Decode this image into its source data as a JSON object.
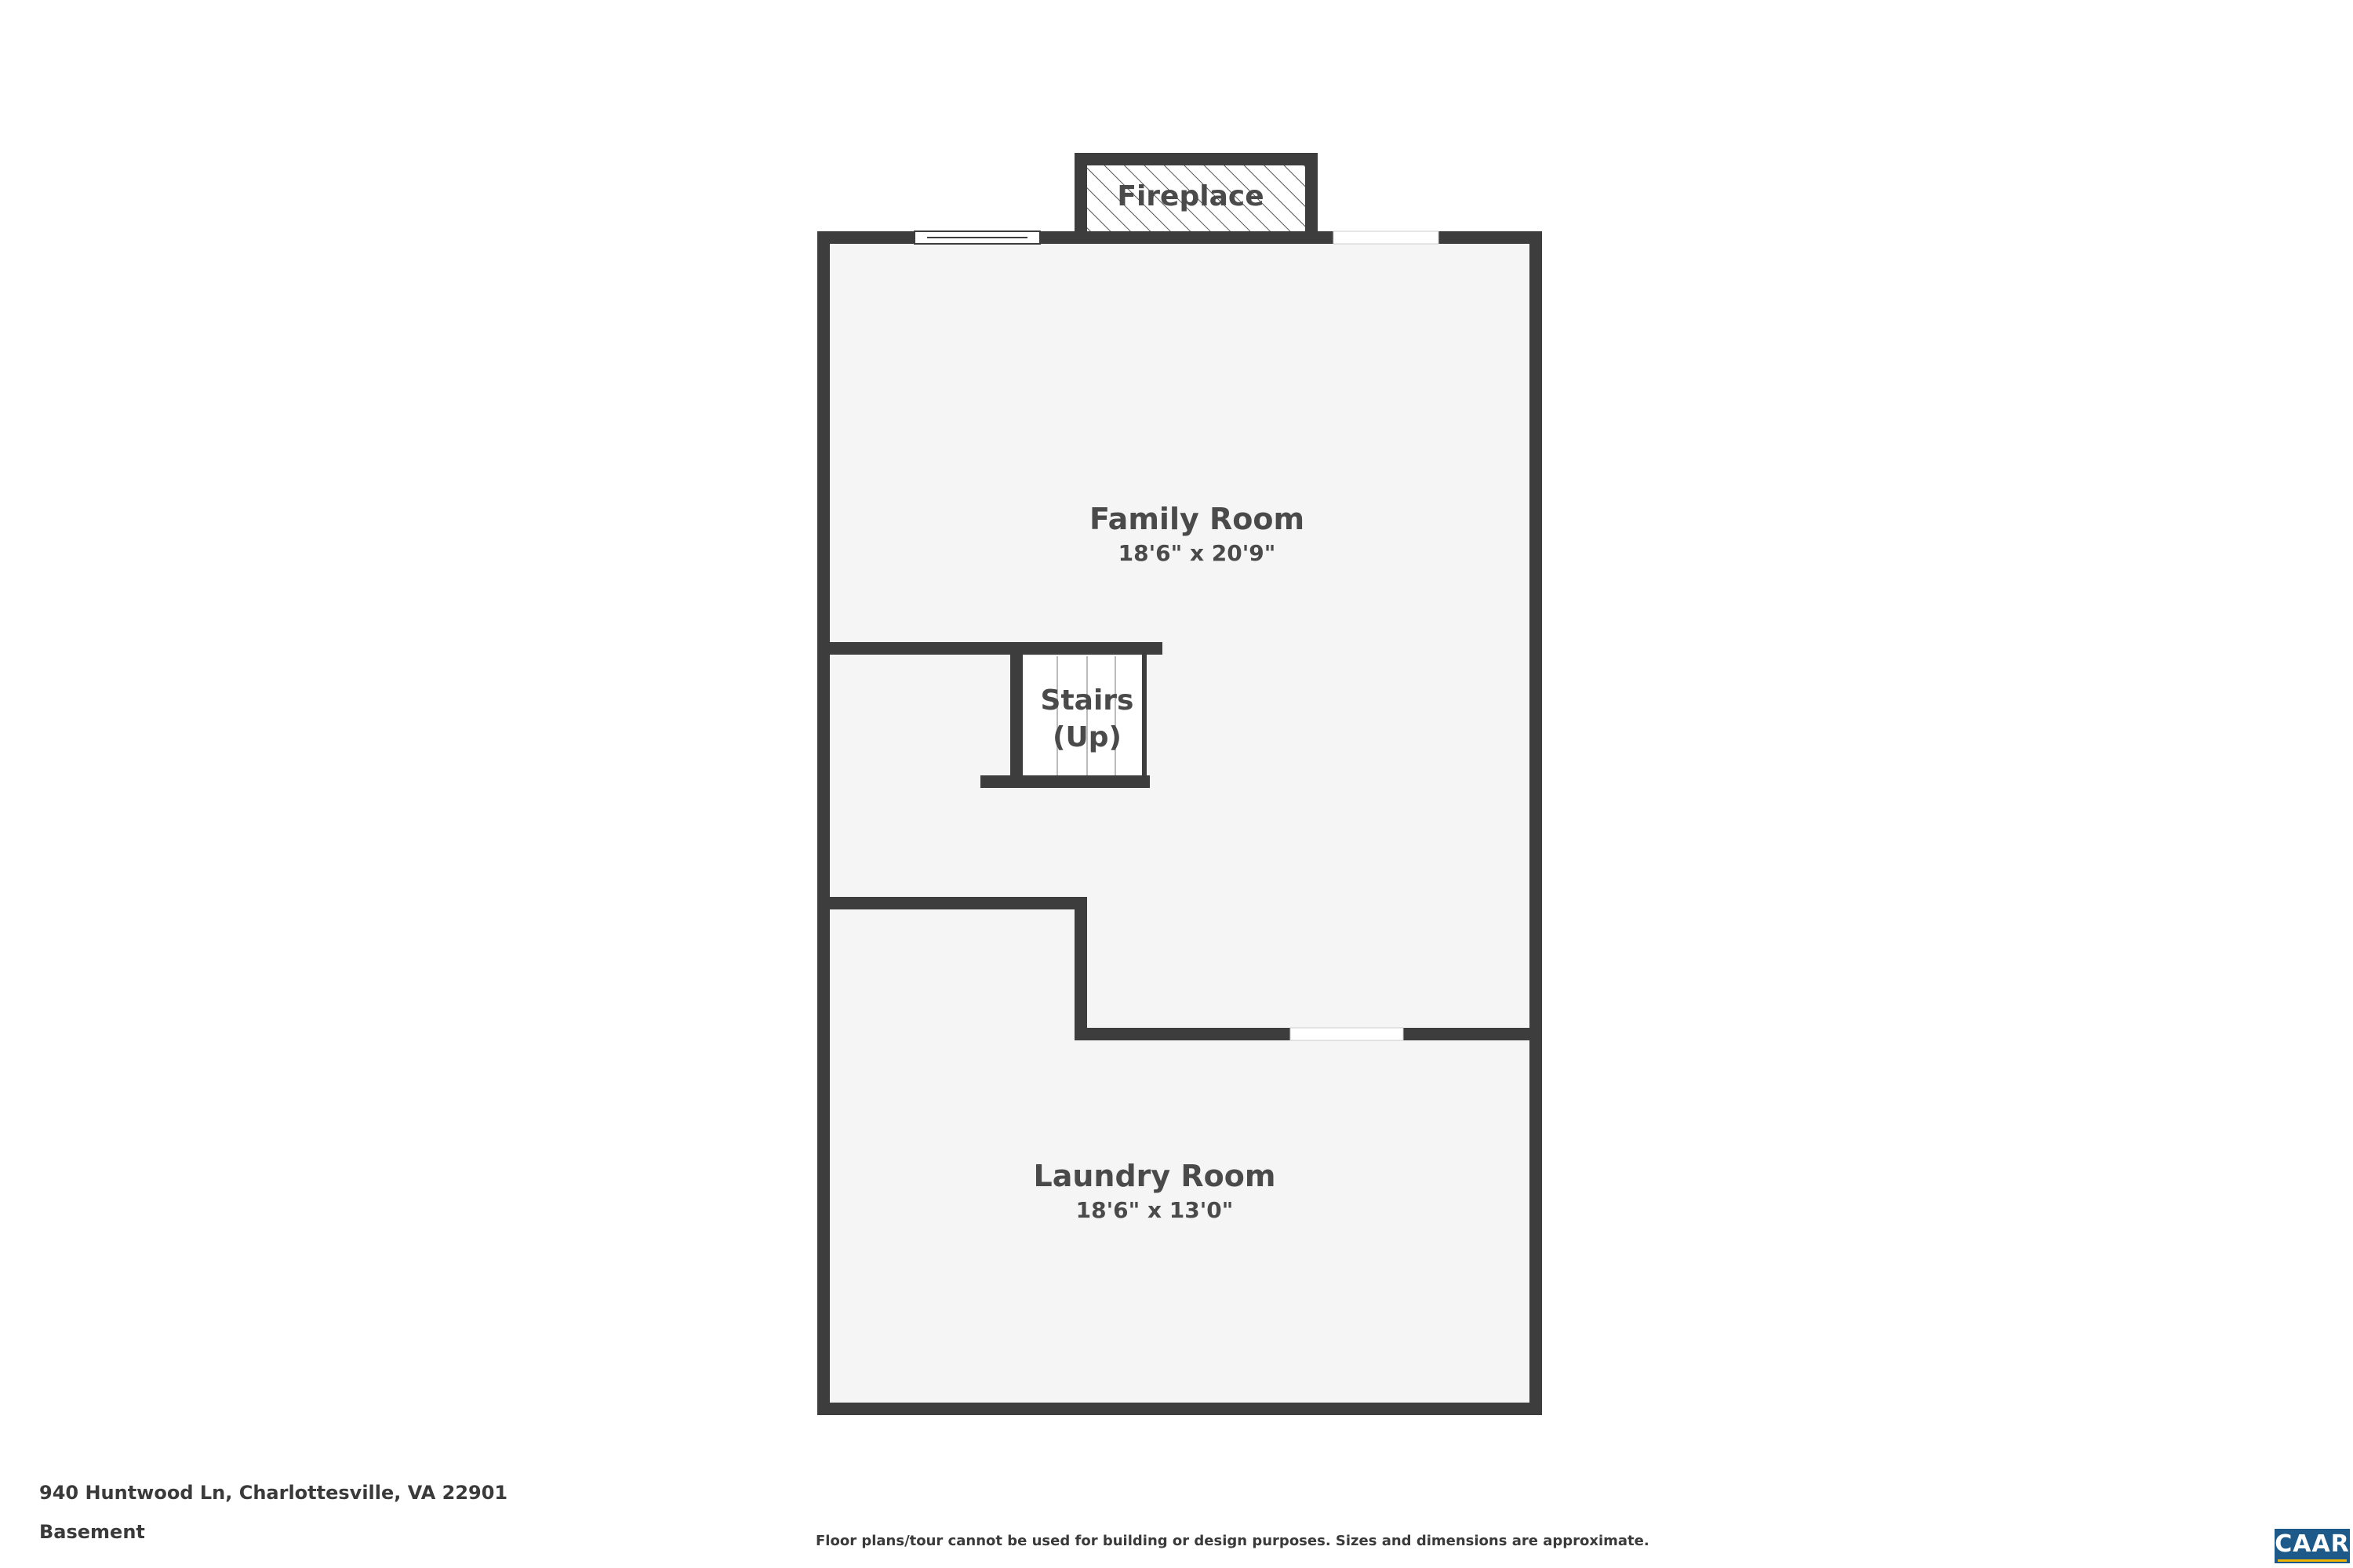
{
  "plan": {
    "rooms": {
      "family_room": {
        "name": "Family Room",
        "dims": "18'6\" x 20'9\""
      },
      "laundry_room": {
        "name": "Laundry Room",
        "dims": "18'6\" x 13'0\""
      },
      "stairs": {
        "line1": "Stairs",
        "line2": "(Up)"
      },
      "fireplace": {
        "name": "Fireplace"
      }
    },
    "colors": {
      "wall": "#3d3d3d",
      "floor": "#f5f5f5"
    }
  },
  "footer": {
    "address": "940 Huntwood Ln, Charlottesville, VA 22901",
    "level": "Basement",
    "disclaimer": "Floor plans/tour cannot be used for building or design purposes. Sizes and dimensions are approximate.",
    "logo": "CAAR"
  }
}
